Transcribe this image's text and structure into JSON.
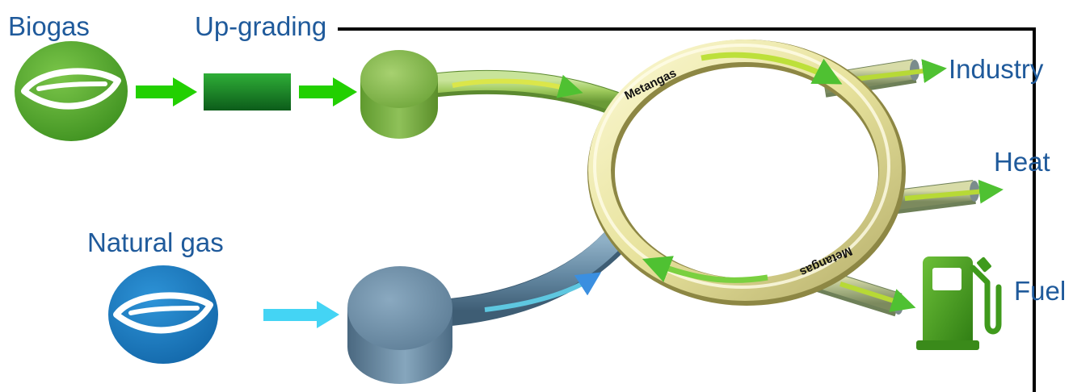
{
  "labels": {
    "biogas": "Biogas",
    "upgrading": "Up-grading",
    "natural_gas": "Natural gas",
    "industry": "Industry",
    "heat": "Heat",
    "fuel": "Fuel",
    "ring_top": "Metangas",
    "ring_bottom": "Metangas"
  },
  "colors": {
    "label_text": "#1f5a9b",
    "biogas_green": "#4fa52a",
    "arrow_green": "#22d000",
    "natural_gas_blue": "#1a7bc0",
    "arrow_cyan": "#44d4f4",
    "ring_yellow": "#eeeaa8",
    "pipe_green": "#9cc85a",
    "tank_steel": "#5f7f96",
    "fuel_pump_green": "#4c9e24"
  }
}
